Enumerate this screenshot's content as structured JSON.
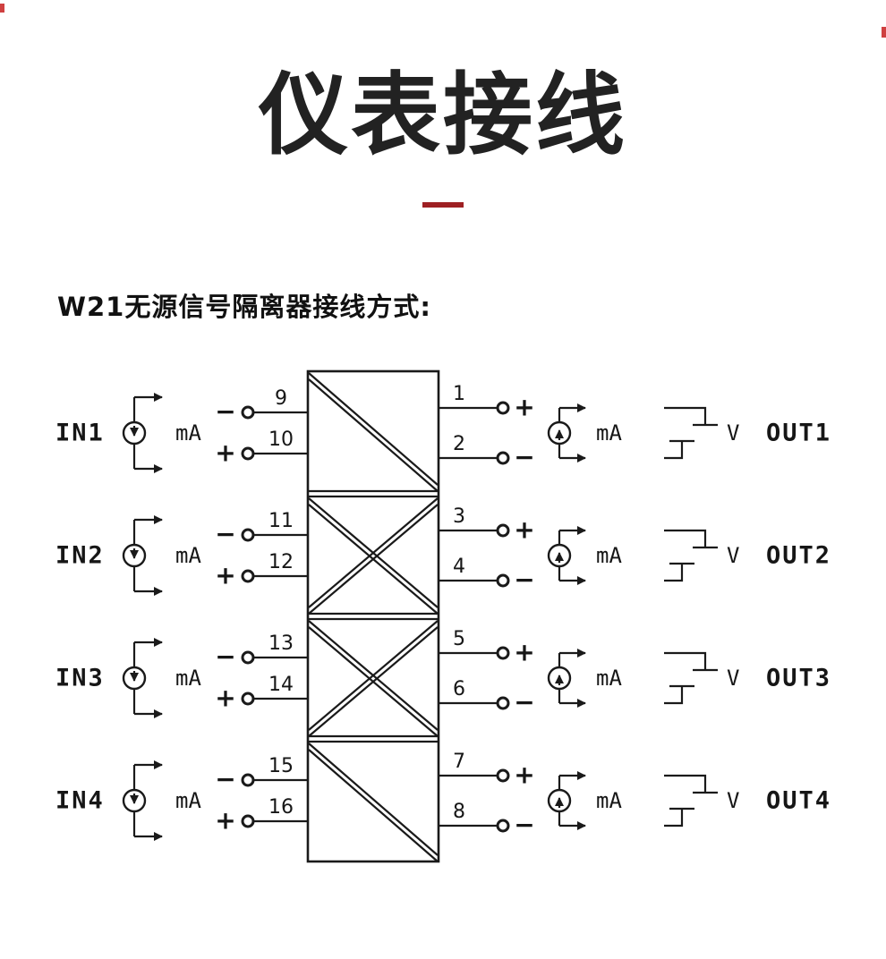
{
  "page": {
    "title": "仪表接线",
    "subtitle": "W21无源信号隔离器接线方式:",
    "accent_color": "#9e2023"
  },
  "channels": [
    {
      "input_label": "IN1",
      "in_unit": "mA",
      "in_top_sign": "−",
      "in_bottom_sign": "+",
      "in_top_terminal": "9",
      "in_bottom_terminal": "10",
      "out_top_terminal": "1",
      "out_bottom_terminal": "2",
      "out_top_sign": "+",
      "out_bottom_sign": "−",
      "out_unit": "mA",
      "volt_label": "V",
      "output_label": "OUT1"
    },
    {
      "input_label": "IN2",
      "in_unit": "mA",
      "in_top_sign": "−",
      "in_bottom_sign": "+",
      "in_top_terminal": "11",
      "in_bottom_terminal": "12",
      "out_top_terminal": "3",
      "out_bottom_terminal": "4",
      "out_top_sign": "+",
      "out_bottom_sign": "−",
      "out_unit": "mA",
      "volt_label": "V",
      "output_label": "OUT2"
    },
    {
      "input_label": "IN3",
      "in_unit": "mA",
      "in_top_sign": "−",
      "in_bottom_sign": "+",
      "in_top_terminal": "13",
      "in_bottom_terminal": "14",
      "out_top_terminal": "5",
      "out_bottom_terminal": "6",
      "out_top_sign": "+",
      "out_bottom_sign": "−",
      "out_unit": "mA",
      "volt_label": "V",
      "output_label": "OUT3"
    },
    {
      "input_label": "IN4",
      "in_unit": "mA",
      "in_top_sign": "−",
      "in_bottom_sign": "+",
      "in_top_terminal": "15",
      "in_bottom_terminal": "16",
      "out_top_terminal": "7",
      "out_bottom_terminal": "8",
      "out_top_sign": "+",
      "out_bottom_sign": "−",
      "out_unit": "mA",
      "volt_label": "V",
      "output_label": "OUT4"
    }
  ]
}
